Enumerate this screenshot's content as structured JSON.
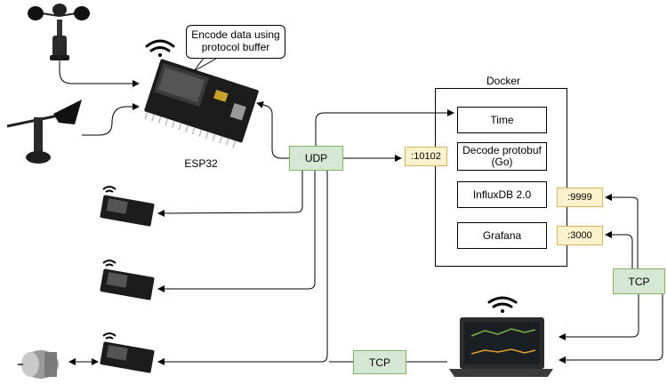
{
  "callout": {
    "line1": "Encode data using",
    "line2": "protocol buffer"
  },
  "esp32_label": "ESP32",
  "docker": {
    "title": "Docker",
    "services": [
      {
        "label": "Time"
      },
      {
        "label": "Decode protobuf\n(Go)"
      },
      {
        "label": "InfluxDB 2.0"
      },
      {
        "label": "Grafana"
      }
    ]
  },
  "protocols": {
    "udp": "UDP",
    "tcp_right": "TCP",
    "tcp_bottom": "TCP"
  },
  "ports": {
    "udp_port": ":10102",
    "influx_port": ":9999",
    "grafana_port": ":3000"
  },
  "icons": [
    "anemometer-icon",
    "wind-vane-icon",
    "esp32-board-icon",
    "wifi-icon",
    "motor-icon",
    "laptop-icon"
  ]
}
